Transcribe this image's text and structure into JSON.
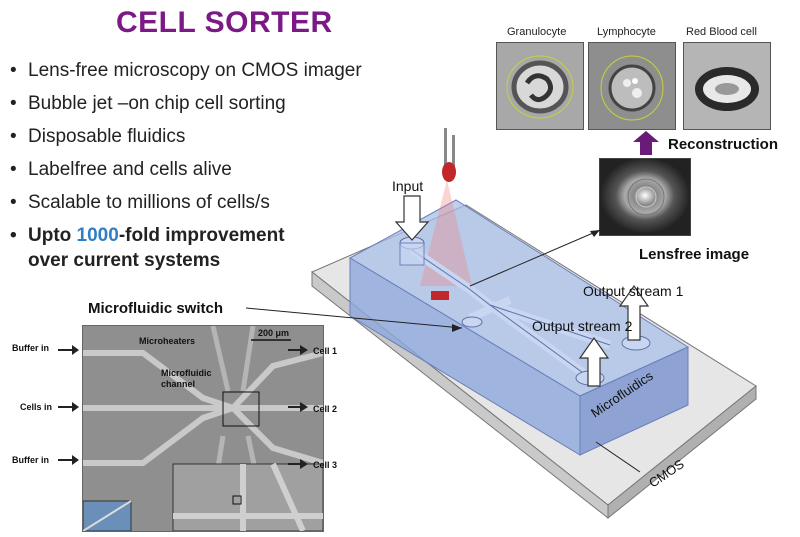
{
  "title": "CELL SORTER",
  "bullets": [
    "Lens-free microscopy on CMOS imager",
    "Bubble jet –on chip cell sorting",
    "Disposable fluidics",
    "Labelfree and cells alive",
    "Scalable to millions of cells/s"
  ],
  "highlight": {
    "prefix": "Upto ",
    "number": "1000",
    "suffix": "-fold improvement",
    "line2": "over current systems"
  },
  "cell_images": [
    "Granulocyte",
    "Lymphocyte",
    "Red Blood cell"
  ],
  "labels": {
    "reconstruction": "Reconstruction",
    "lensfree": "Lensfree image",
    "input": "Input",
    "output1": "Output stream 1",
    "output2": "Output stream 2",
    "microfluidic_switch": "Microfluidic switch",
    "microfluidics": "Microfluidics",
    "cmos": "CMOS"
  },
  "micrograph": {
    "buffer_in_top": "Buffer in",
    "cells_in": "Cells in",
    "buffer_in_bottom": "Buffer in",
    "microheaters": "Microheaters",
    "scale": "200 μm",
    "channel": "Microfluidic\nchannel",
    "cell1": "Cell 1",
    "cell2": "Cell 2",
    "cell3": "Cell 3"
  },
  "colors": {
    "title": "#7b1a86",
    "highlight": "#2f7fc4",
    "arrow_purple": "#6a1b7a",
    "chip_blue": "#a9bfe8"
  }
}
